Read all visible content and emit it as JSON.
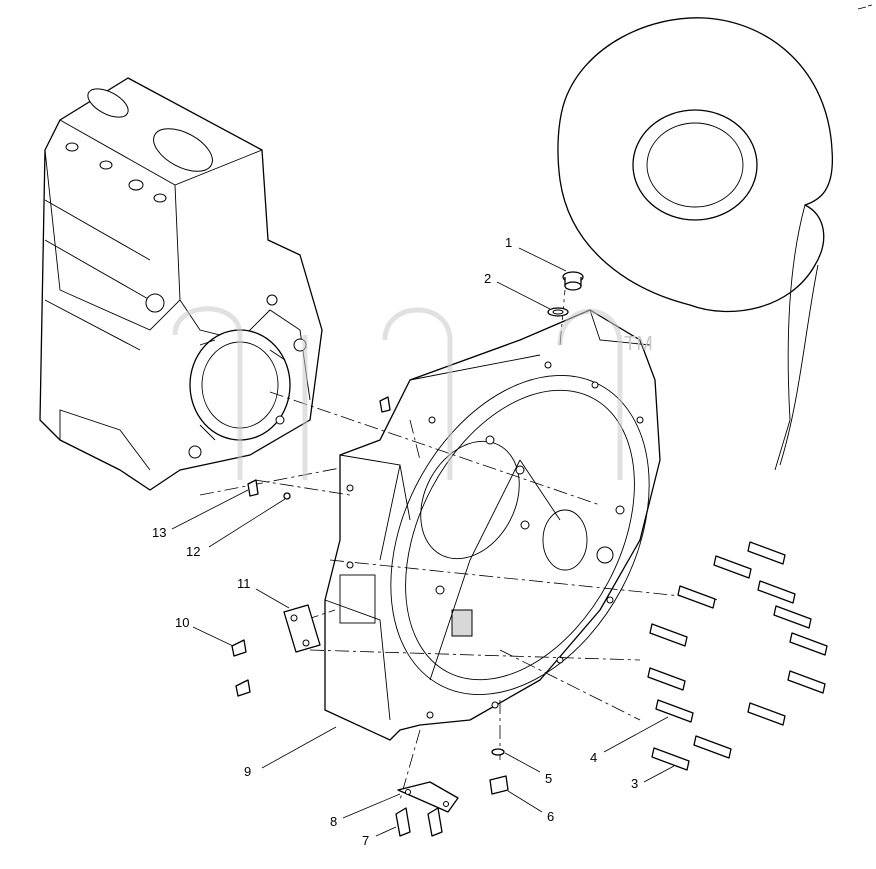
{
  "diagram": {
    "callouts": [
      {
        "id": "1",
        "label": "1"
      },
      {
        "id": "2",
        "label": "2"
      },
      {
        "id": "3",
        "label": "3"
      },
      {
        "id": "4",
        "label": "4"
      },
      {
        "id": "5",
        "label": "5"
      },
      {
        "id": "6",
        "label": "6"
      },
      {
        "id": "7",
        "label": "7"
      },
      {
        "id": "8",
        "label": "8"
      },
      {
        "id": "9",
        "label": "9"
      },
      {
        "id": "10",
        "label": "10"
      },
      {
        "id": "11",
        "label": "11"
      },
      {
        "id": "12",
        "label": "12"
      },
      {
        "id": "13",
        "label": "13"
      }
    ],
    "watermark": {
      "symbol": "TM"
    }
  }
}
